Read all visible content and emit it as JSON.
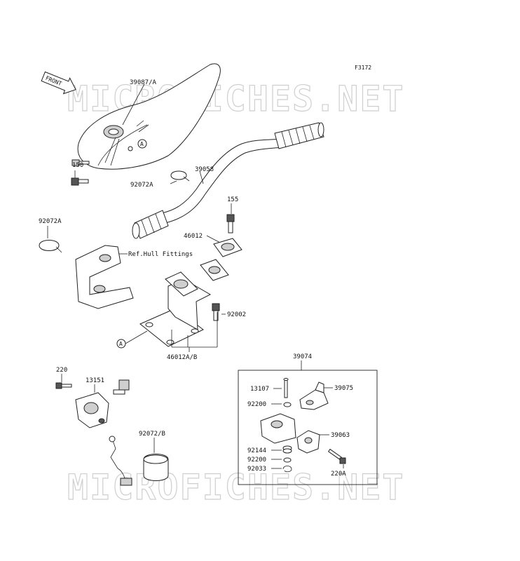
{
  "figure_code": "F3172",
  "front_label": "FRONT",
  "watermark": "MICROFICHES.NET",
  "callout_marker": "A",
  "ref_note": "Ref.Hull Fittings",
  "parts": {
    "p39087a": "39087/A",
    "p150": "150",
    "p39058": "39058",
    "p92072a_top": "92072A",
    "p92072a_left": "92072A",
    "p155": "155",
    "p46012": "46012",
    "p92002": "92002",
    "p46012ab": "46012A/B",
    "p39074": "39074",
    "p220": "220",
    "p13151": "13151",
    "p92072b": "92072/B",
    "p13107": "13107",
    "p39075": "39075",
    "p92200a": "92200",
    "p39063": "39063",
    "p92144": "92144",
    "p92200b": "92200",
    "p92033": "92033",
    "p220a": "220A"
  }
}
